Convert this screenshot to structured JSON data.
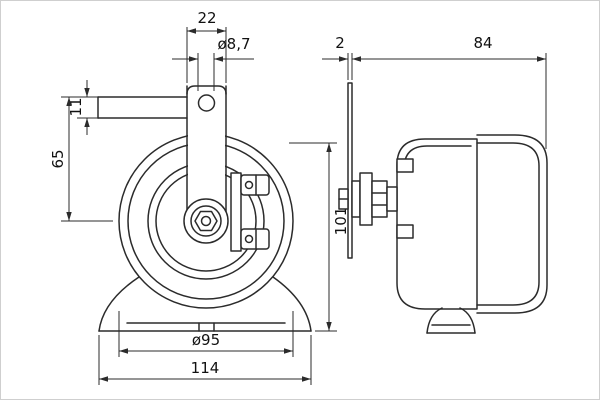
{
  "drawing": {
    "type": "technical-dimension-drawing",
    "views": [
      "front-view",
      "side-view"
    ],
    "dims": {
      "stem_width": "22",
      "hole_diameter": "ø8,7",
      "bracket_thickness": "11",
      "bracket_to_center": "65",
      "overall_height": "101",
      "body_diameter": "ø95",
      "overall_width": "114",
      "plate_thickness": "2",
      "body_depth": "84"
    },
    "colors": {
      "line": "#2b2b2b",
      "background": "#ffffff",
      "border": "#cfcfcf"
    }
  }
}
